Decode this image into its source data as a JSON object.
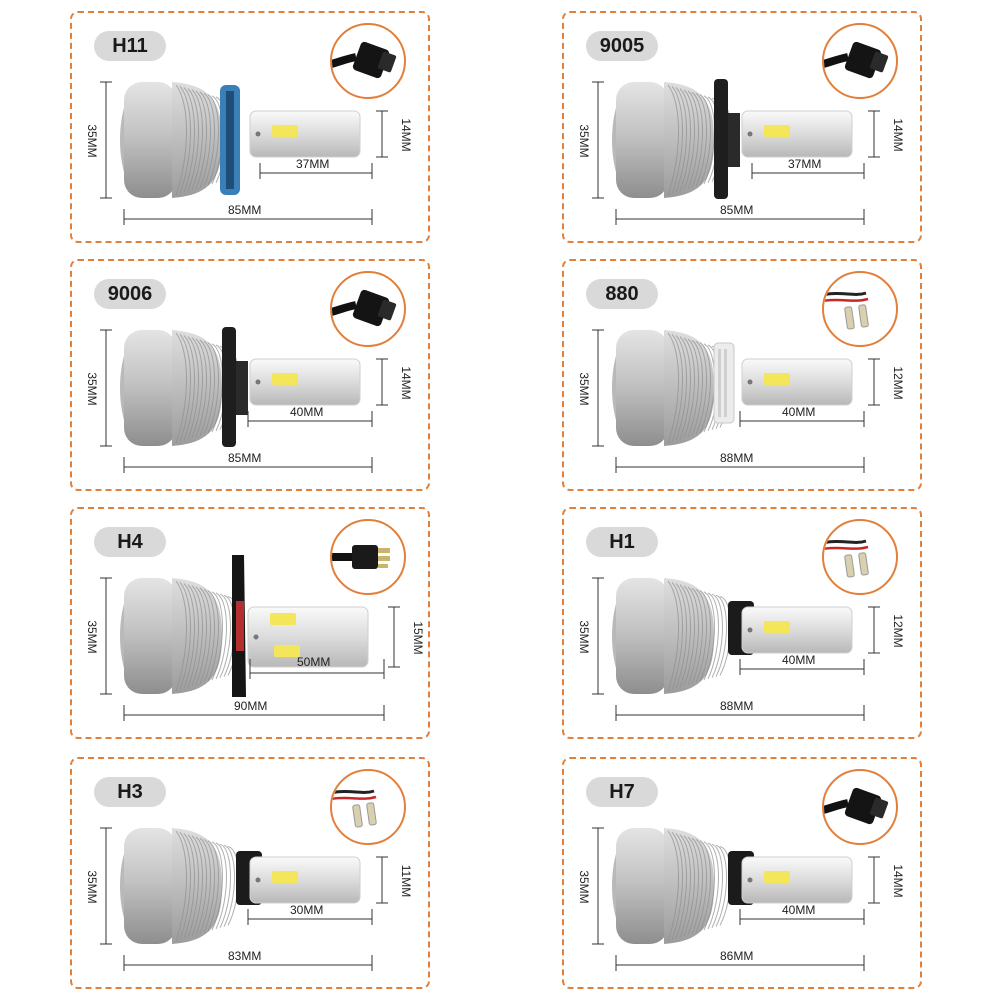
{
  "panels": [
    {
      "model": "H11",
      "diameter": "35MM",
      "head_width": "14MM",
      "head_length": "37MM",
      "total_length": "85MM",
      "inset_icon": "black-connector-icon"
    },
    {
      "model": "9005",
      "diameter": "35MM",
      "head_width": "14MM",
      "head_length": "37MM",
      "total_length": "85MM",
      "inset_icon": "black-connector-icon"
    },
    {
      "model": "9006",
      "diameter": "35MM",
      "head_width": "14MM",
      "head_length": "40MM",
      "total_length": "85MM",
      "inset_icon": "black-connector-icon"
    },
    {
      "model": "880",
      "diameter": "35MM",
      "head_width": "12MM",
      "head_length": "40MM",
      "total_length": "88MM",
      "inset_icon": "wire-terminal-icon"
    },
    {
      "model": "H4",
      "diameter": "35MM",
      "head_width": "15MM",
      "head_length": "50MM",
      "total_length": "90MM",
      "inset_icon": "h4-connector-icon"
    },
    {
      "model": "H1",
      "diameter": "35MM",
      "head_width": "12MM",
      "head_length": "40MM",
      "total_length": "88MM",
      "inset_icon": "wire-terminal-icon"
    },
    {
      "model": "H3",
      "diameter": "35MM",
      "head_width": "11MM",
      "head_length": "30MM",
      "total_length": "83MM",
      "inset_icon": "wire-terminal-icon"
    },
    {
      "model": "H7",
      "diameter": "35MM",
      "head_width": "14MM",
      "head_length": "40MM",
      "total_length": "86MM",
      "inset_icon": "black-connector-icon"
    }
  ],
  "colors": {
    "border": "#e27f3b",
    "badge": "#d9d9d9",
    "housing": "#c9c9c9",
    "led_chip": "#f3e65a"
  }
}
